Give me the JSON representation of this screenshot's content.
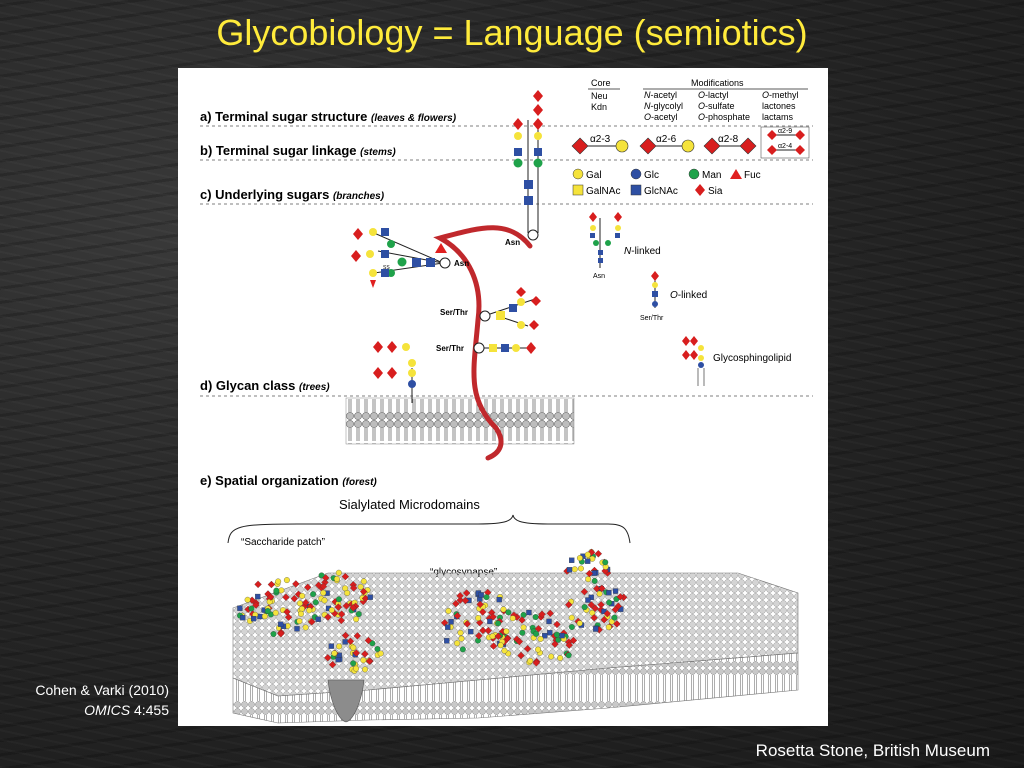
{
  "slide": {
    "title": "Glycobiology = Language (semiotics)",
    "citation_line1": "Cohen & Varki (2010)",
    "citation_journal": "OMICS",
    "citation_ref": " 4:455",
    "credit": "Rosetta Stone, British Museum"
  },
  "figure": {
    "rows": [
      {
        "label": "a) Terminal sugar structure",
        "note": "(leaves & flowers)"
      },
      {
        "label": "b) Terminal sugar linkage",
        "note": "(stems)"
      },
      {
        "label": "c) Underlying sugars",
        "note": "(branches)"
      },
      {
        "label": "d) Glycan class",
        "note": "(trees)"
      },
      {
        "label": "e) Spatial organization",
        "note": "(forest)"
      }
    ],
    "core": {
      "header": "Core",
      "items": [
        "Neu",
        "Kdn"
      ]
    },
    "modifications": {
      "header": "Modifications",
      "col1": [
        {
          "italic": "N",
          "text": "-acetyl"
        },
        {
          "italic": "N",
          "text": "-glycolyl"
        },
        {
          "italic": "O",
          "text": "-acetyl"
        }
      ],
      "col2": [
        {
          "italic": "O",
          "text": "-lactyl"
        },
        {
          "italic": "O",
          "text": "-sulfate"
        },
        {
          "italic": "O",
          "text": "-phosphate"
        }
      ],
      "col3": [
        {
          "italic": "O",
          "text": "-methyl"
        },
        {
          "italic": "",
          "text": "lactones"
        },
        {
          "italic": "",
          "text": "lactams"
        }
      ]
    },
    "linkages": [
      "α2-3",
      "α2-6",
      "α2-8",
      "α2-9",
      "α2-4"
    ],
    "legend": [
      {
        "label": "Gal",
        "shape": "circle",
        "color": "#f5e33b"
      },
      {
        "label": "Glc",
        "shape": "circle",
        "color": "#2e4fa3"
      },
      {
        "label": "Man",
        "shape": "circle",
        "color": "#1fa24a"
      },
      {
        "label": "Fuc",
        "shape": "triangle",
        "color": "#e02020"
      },
      {
        "label": "GalNAc",
        "shape": "square",
        "color": "#f5e33b"
      },
      {
        "label": "GlcNAc",
        "shape": "square",
        "color": "#2e4fa3"
      },
      {
        "label": "Sia",
        "shape": "diamond",
        "color": "#d81e1e"
      }
    ],
    "glycan_labels": {
      "asn": "Asn",
      "serthr": "Ser/Thr",
      "ss": "SS",
      "n_linked_italic": "N",
      "n_linked": "-linked",
      "o_linked_italic": "O",
      "o_linked": "-linked",
      "gsl": "Glycosphingolipid"
    },
    "spatial": {
      "heading": "Sialylated Microdomains",
      "patch": "“Saccharide patch”",
      "synapse": "“glycosynapse”"
    },
    "colors": {
      "sia": "#d81e1e",
      "gal": "#f5e33b",
      "glcnac": "#2e4fa3",
      "man": "#1fa24a",
      "protein": "#c0282c",
      "membrane": "#9a9a9a"
    }
  }
}
